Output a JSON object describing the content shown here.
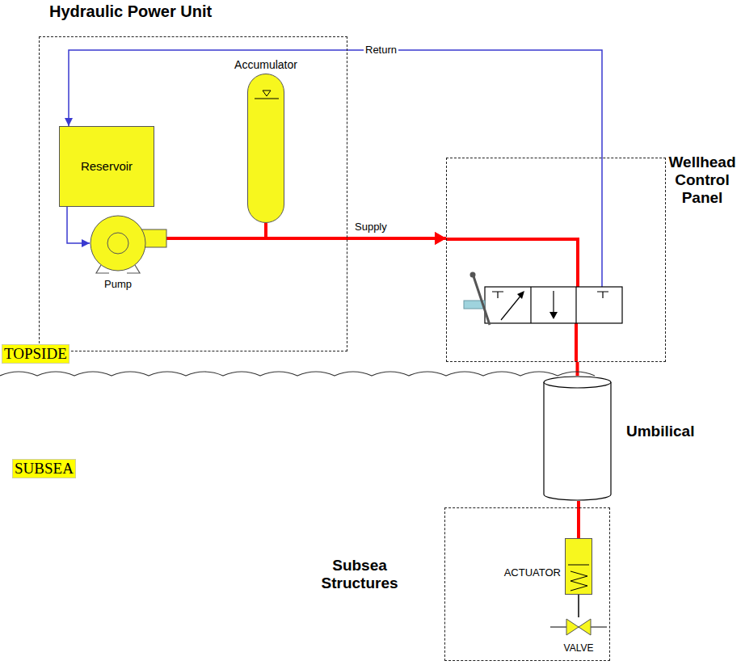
{
  "diagram": {
    "nodes": [
      {
        "text": [
          "Hydraulic Power Unit"
        ]
      },
      {
        "text": [
          "Reservoir"
        ],
        "in": 0
      },
      {
        "text": [
          "Accumulator"
        ],
        "in": 0
      },
      {
        "text": [
          "Pump"
        ],
        "in": 0
      },
      {
        "text": [
          "Wellhead Control Panel"
        ]
      },
      {
        "text": [
          "Umbilical"
        ]
      },
      {
        "text": [
          "Subsea Structures"
        ]
      },
      {
        "text": [
          "ACTUATOR"
        ],
        "in": 6
      },
      {
        "text": [
          "VALVE"
        ],
        "in": 6
      }
    ],
    "edges": [
      {
        "from": 1,
        "to": 3,
        "arrow": "to"
      },
      {
        "from": 3,
        "to": 4,
        "arrow": "to",
        "label": "Supply"
      },
      {
        "from": 2,
        "to": 4,
        "arrow": "to"
      },
      {
        "from": 4,
        "to": 1,
        "arrow": "to",
        "label": "Return"
      },
      {
        "from": 4,
        "to": 5,
        "arrow": "none"
      },
      {
        "from": 5,
        "to": 7,
        "arrow": "none"
      },
      {
        "from": 7,
        "to": 8,
        "arrow": "none"
      }
    ],
    "labels": [
      "TOPSIDE",
      "SUBSEA"
    ]
  }
}
